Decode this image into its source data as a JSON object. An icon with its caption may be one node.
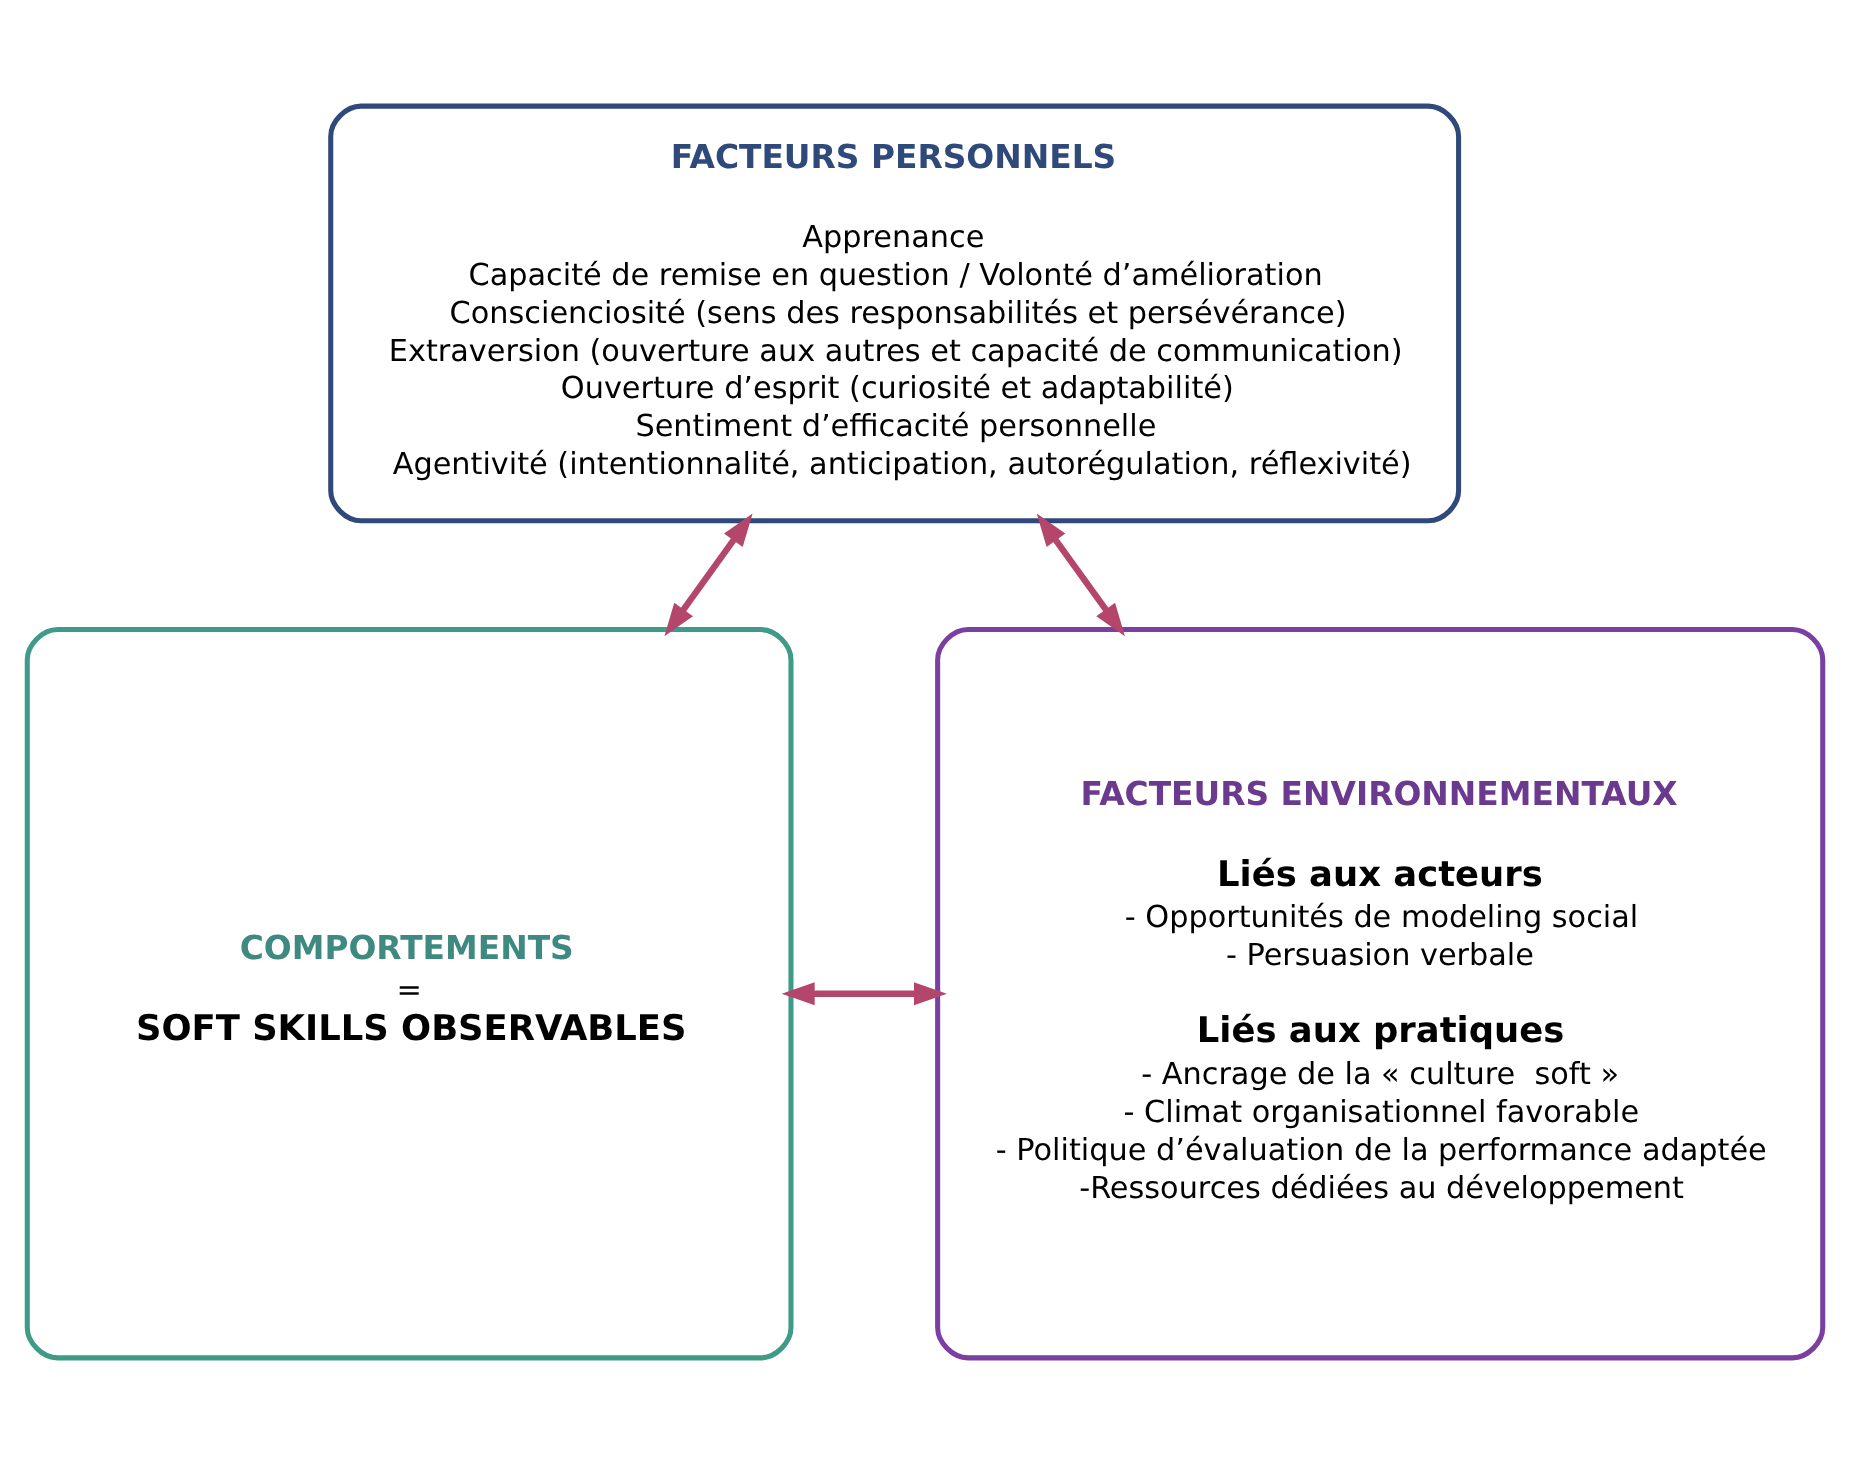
{
  "diagram": {
    "nodes": [
      {
        "text": [
          "FACTEURS PERSONNELS",
          "Apprenance",
          "Capacité de remise en question / Volonté d’amélioration",
          "Conscienciosité (sens des responsabilités et persévérance)",
          "Extraversion (ouverture aux autres et capacité de communication)",
          "Ouverture d’esprit (curiosité et adaptabilité)",
          "Sentiment d’efficacité personnelle",
          "Agentivité (intentionnalité, anticipation, autorégulation, réflexivité)"
        ]
      },
      {
        "text": [
          "COMPORTEMENTS",
          "=",
          "SOFT SKILLS OBSERVABLES"
        ]
      },
      {
        "text": [
          "FACTEURS ENVIRONNEMENTAUX",
          "Liés aux acteurs",
          "- Opportunités de modeling social",
          "- Persuasion verbale",
          "Liés aux pratiques",
          "- Ancrage de la « culture  soft »",
          "- Climat organisationnel favorable",
          "- Politique d’évaluation de la performance adaptée",
          "-Ressources dédiées au développement"
        ]
      }
    ],
    "edges": [
      {
        "from": 0,
        "to": 1,
        "arrow": "both"
      },
      {
        "from": 0,
        "to": 2,
        "arrow": "both"
      },
      {
        "from": 1,
        "to": 2,
        "arrow": "both"
      }
    ]
  }
}
